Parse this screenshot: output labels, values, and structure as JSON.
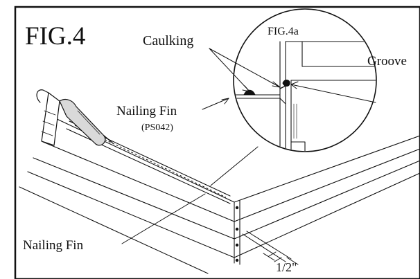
{
  "figure": {
    "title": "FIG.4",
    "inset_title": "FIG.4a",
    "labels": {
      "caulking": "Caulking",
      "groove": "Groove",
      "nailing_fin_upper": "Nailing Fin",
      "part_number": "(PS042)",
      "nailing_fin_lower": "Nailing Fin",
      "dimension": "1/2\""
    },
    "colors": {
      "ink": "#111111",
      "paper": "#ffffff"
    },
    "icons": [
      "caulk-gun-icon"
    ]
  }
}
